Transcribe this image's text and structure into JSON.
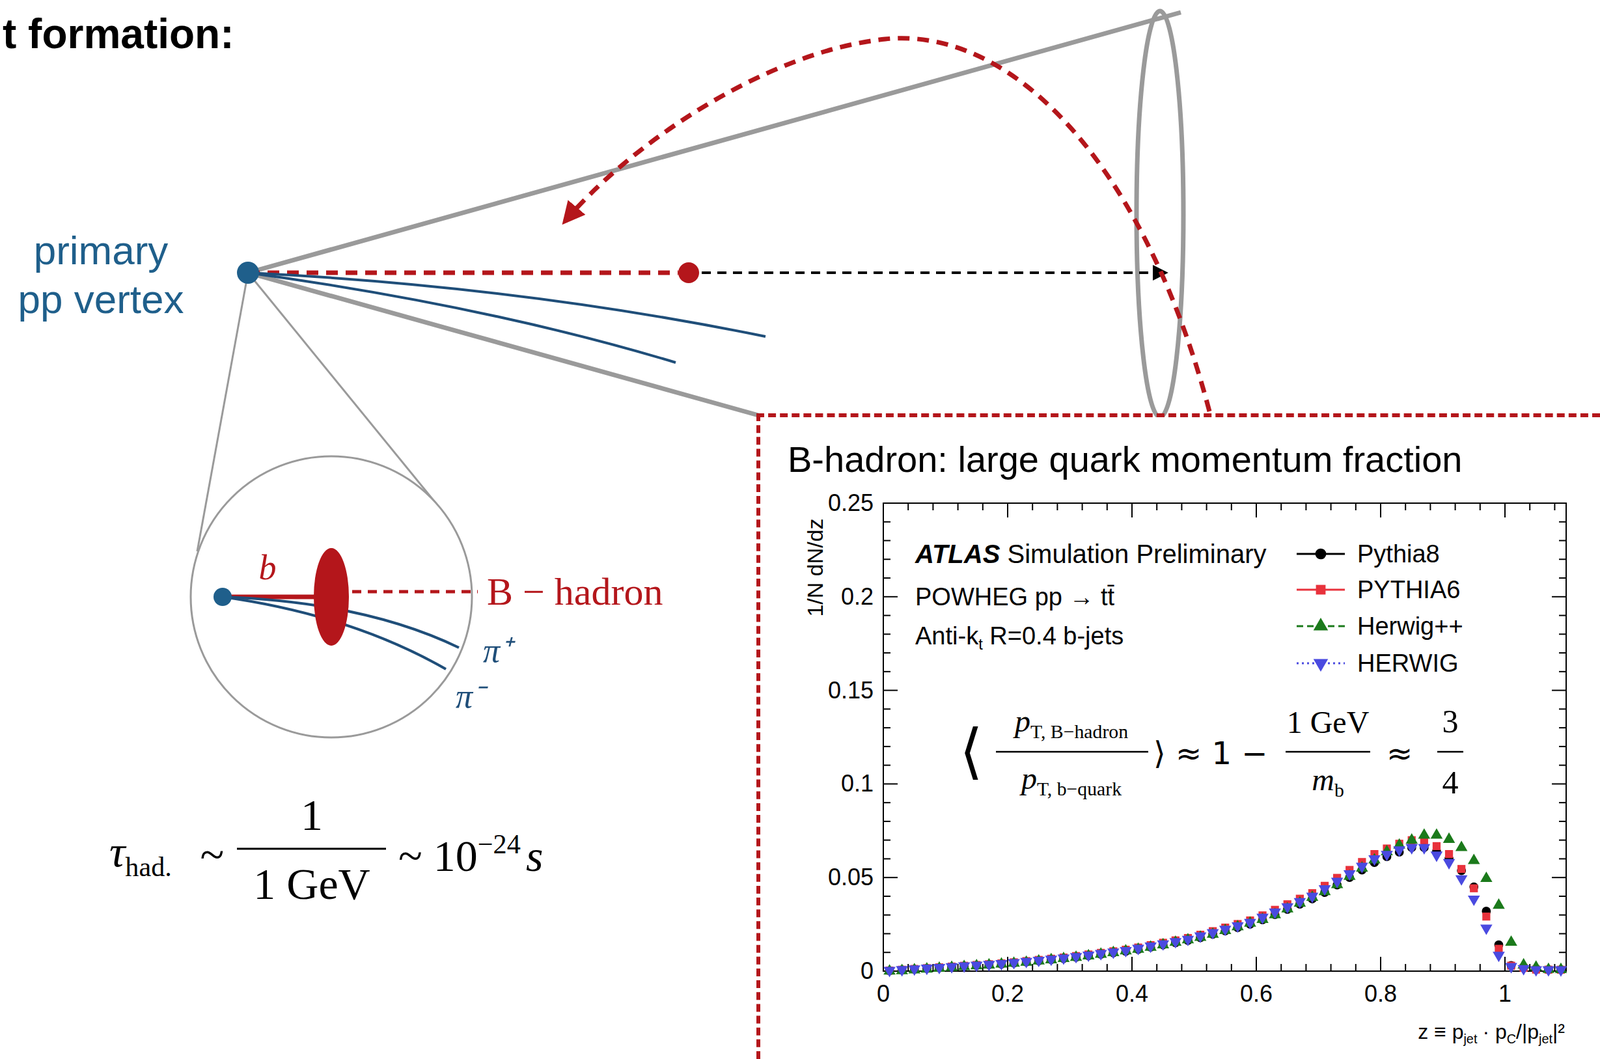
{
  "diagram": {
    "title": "t formation:",
    "nodes": [
      {
        "text": [
          "B-hadron: large quark momentum fraction"
        ]
      }
    ],
    "labels": [
      "primary",
      "pp vertex",
      "b",
      "B − hadron",
      "π⁺",
      "π⁻",
      "τ",
      "had.",
      "~",
      "1",
      "1 GeV",
      "~ 10",
      "−24",
      "s",
      "ATLAS",
      "Simulation Preliminary",
      "POWHEG pp → tt̄",
      "Anti-k",
      "t",
      "R=0.4 b-jets",
      "1/N dN/dz",
      "0",
      "0.05",
      "0.1",
      "0.15",
      "0.2",
      "0.25",
      "0",
      "0.2",
      "0.4",
      "0.6",
      "0.8",
      "1",
      "z ≡ p",
      "jet",
      "· p",
      "C",
      "/|p",
      "jet",
      "|²",
      "⟨",
      "p",
      "T, B−hadron",
      "p",
      "T, b−quark",
      "⟩ ≈ 1 −",
      "1 GeV",
      "m",
      "b",
      "≈",
      "3",
      "4"
    ],
    "legend": [
      {
        "text": "Pythia8"
      },
      {
        "text": "PYTHIA6"
      },
      {
        "text": "Herwig++"
      },
      {
        "text": "HERWIG"
      }
    ]
  }
}
